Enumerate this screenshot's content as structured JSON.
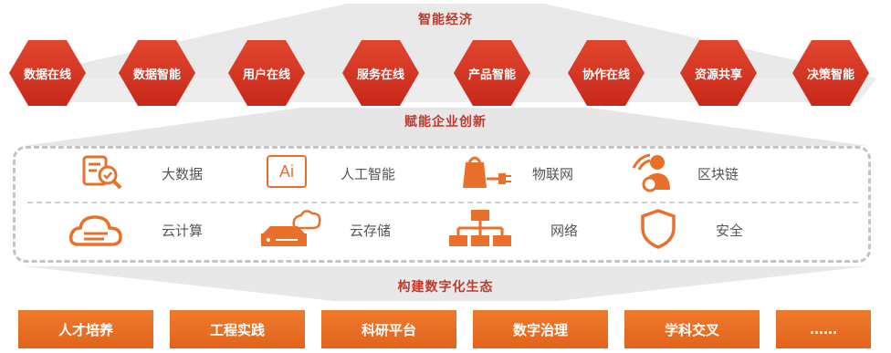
{
  "layers": {
    "top": "智能经济",
    "middle": "赋能企业创新",
    "bottom": "构建数字化生态"
  },
  "hexagons": [
    "数据在线",
    "数据智能",
    "用户在线",
    "服务在线",
    "产品智能",
    "协作在线",
    "资源共享",
    "决策智能"
  ],
  "tech_row1": [
    {
      "label": "大数据",
      "icon": "big-data-icon"
    },
    {
      "label": "人工智能",
      "icon": "ai-icon"
    },
    {
      "label": "物联网",
      "icon": "iot-plug-icon"
    },
    {
      "label": "区块链",
      "icon": "blockchain-icon"
    }
  ],
  "tech_row2": [
    {
      "label": "云计算",
      "icon": "cloud-computing-icon"
    },
    {
      "label": "云存储",
      "icon": "cloud-storage-icon"
    },
    {
      "label": "网络",
      "icon": "network-icon"
    },
    {
      "label": "安全",
      "icon": "security-shield-icon"
    }
  ],
  "ai_icon_text": "Ai",
  "bottom_boxes": [
    "人才培养",
    "工程实践",
    "科研平台",
    "数字治理",
    "学科交叉",
    "……"
  ],
  "colors": {
    "hex_red": "#d8331f",
    "accent_orange": "#e8702a",
    "title_red": "#c0392b"
  }
}
